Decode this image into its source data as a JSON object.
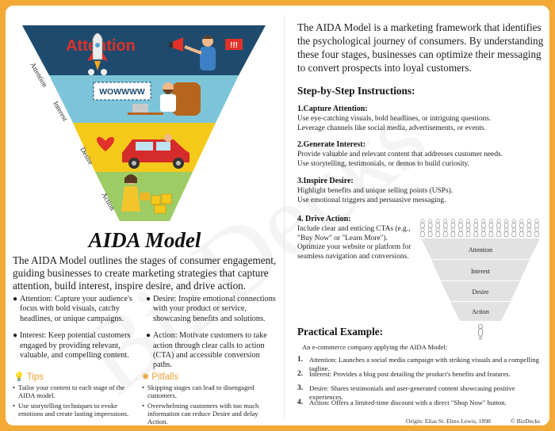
{
  "funnel": {
    "stages": [
      {
        "label": "Attention",
        "color": "#1e4a6d"
      },
      {
        "label": "Interest",
        "color": "#7cc5d9"
      },
      {
        "label": "Desire",
        "color": "#f5c91a"
      },
      {
        "label": "Action",
        "color": "#9ccc63"
      }
    ],
    "attention_banner": "Attention",
    "interest_banner": "WOWWWW",
    "megaphone_text": "!!!"
  },
  "left": {
    "title": "AIDA Model",
    "intro": "The AIDA Model outlines the stages of consumer engagement, guiding businesses to create marketing strategies that capture attention, build interest, inspire desire, and drive action.",
    "bullets": [
      {
        "text": "Attention: Capture your audience's focus with bold visuals, catchy headlines, or unique campaigns."
      },
      {
        "text": "Desire: Inspire emotional connections with your product or service, showcasing benefits and solutions."
      },
      {
        "text": "Interest: Keep potential customers engaged by providing relevant, valuable, and compelling content."
      },
      {
        "text": "Action: Motivate customers to take action through clear calls to action (CTA) and accessible conversion paths."
      }
    ],
    "tips": {
      "heading": "Tips",
      "items": [
        "Tailor your content to each stage of the AIDA model.",
        "Use storytelling techniques to evoke emotions and create lasting impressions."
      ]
    },
    "pitfalls": {
      "heading": "Pitfalls",
      "items": [
        "Skipping stages can lead to disengaged customers.",
        "Overwhelming customers with too much information can reduce Desire and delay Action."
      ]
    }
  },
  "right": {
    "intro": "The AIDA Model is a marketing framework that identifies the psychological journey of consumers. By understanding these four stages, businesses can optimize their messaging to convert prospects into loyal customers.",
    "steps_heading": "Step-by-Step Instructions:",
    "steps": [
      {
        "title": "1.Capture Attention:",
        "lines": [
          "Use eye-catching visuals, bold headlines, or intriguing questions.",
          "Leverage channels like social media, advertisements, or events."
        ]
      },
      {
        "title": "2.Generate Interest:",
        "lines": [
          "Provide valuable and relevant content that addresses customer needs.",
          "Use storytelling, testimonials, or demos to build curiosity."
        ]
      },
      {
        "title": "3.Inspire Desire:",
        "lines": [
          "Highlight benefits and unique selling points (USPs).",
          "Use emotional triggers and persuasive messaging."
        ]
      },
      {
        "title": "4. Drive Action:",
        "lines": [
          "Include clear and enticing CTAs (e.g.,",
          "\"Buy Now\" or \"Learn More\").",
          "Optimize your website or platform for",
          "seamless navigation and conversions."
        ]
      }
    ],
    "mini_funnel_labels": [
      "Attention",
      "Interest",
      "Desire",
      "Action"
    ],
    "example_heading": "Practical Example:",
    "example_intro": "An e-commerce company applying the AIDA Model:",
    "examples": [
      {
        "num": "1.",
        "text": "Attention: Launches a social media campaign with striking visuals and a compelling tagline."
      },
      {
        "num": "2.",
        "text": "Interest: Provides a blog post detailing the product's benefits and features."
      },
      {
        "num": "3.",
        "text": "Desire: Shares testimonials and user-generated content showcasing positive experiences."
      },
      {
        "num": "4.",
        "text": "Action: Offers a limited-time discount with a direct \"Shop Now\" button."
      }
    ],
    "origin": "Origin: Elias St. Elmo Lewis, 1898",
    "copyright": "© BizDecks"
  },
  "watermark": "BizDecks"
}
